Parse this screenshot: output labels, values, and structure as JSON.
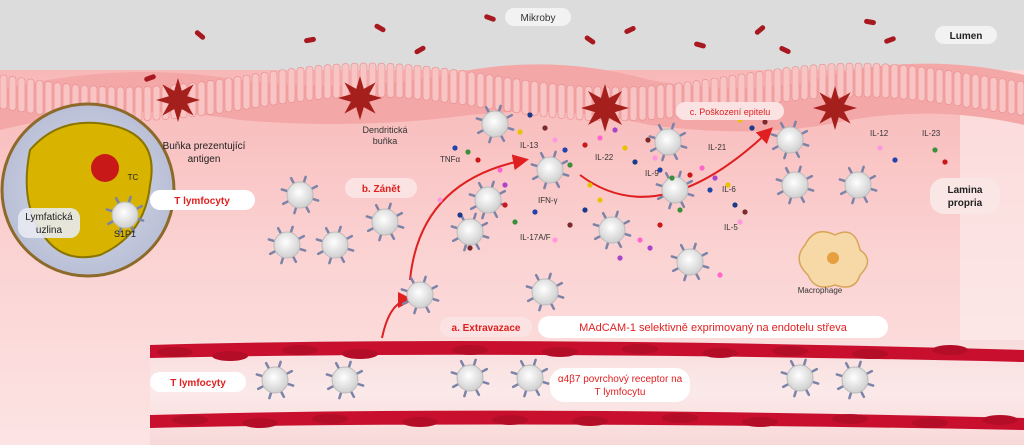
{
  "labels": {
    "mikroby": "Mikroby",
    "lumen": "Lumen",
    "lamina_propria_1": "Lamina",
    "lamina_propria_2": "propria",
    "dendriticka_1": "Dendritická",
    "dendriticka_2": "buňka",
    "apc_1": "Buňka prezentující",
    "apc_2": "antigen",
    "t_lymfocyty_node": "T lymfocyty",
    "lymfaticka_1": "Lymfatická",
    "lymfaticka_2": "uzlina",
    "s1p1": "S1P1",
    "tc": "TC",
    "zanet": "b. Zánět",
    "poskozeni": "c. Poškození epitelu",
    "extravazace": "a. Extravazace",
    "madcam": "MAdCAM-1 selektivně exprimovaný na endotelu střeva",
    "t_lymfocyty_vessel": "T lymfocyty",
    "a4b7_1": "α4β7 povrchový receptor na",
    "a4b7_2": "T lymfocytu",
    "macrophage": "Macrophage"
  },
  "cytokines": {
    "tnfa": "TNFα",
    "il13": "IL-13",
    "il22": "IL-22",
    "il9": "IL-9",
    "il21": "IL-21",
    "il6": "IL-6",
    "il5": "IL-5",
    "ifng": "IFN-γ",
    "il17": "IL-17A/F",
    "il12": "IL-12",
    "il23": "IL-23"
  },
  "colors": {
    "accent_red": "#e02020",
    "lumen_grey": "#d9d9d9",
    "tissue_pink": "#f7c6c6",
    "epithelium": "#f4a3a3",
    "vessel": "#c8102e",
    "node_blue": "#c6cce0",
    "node_gold": "#d8b400"
  }
}
